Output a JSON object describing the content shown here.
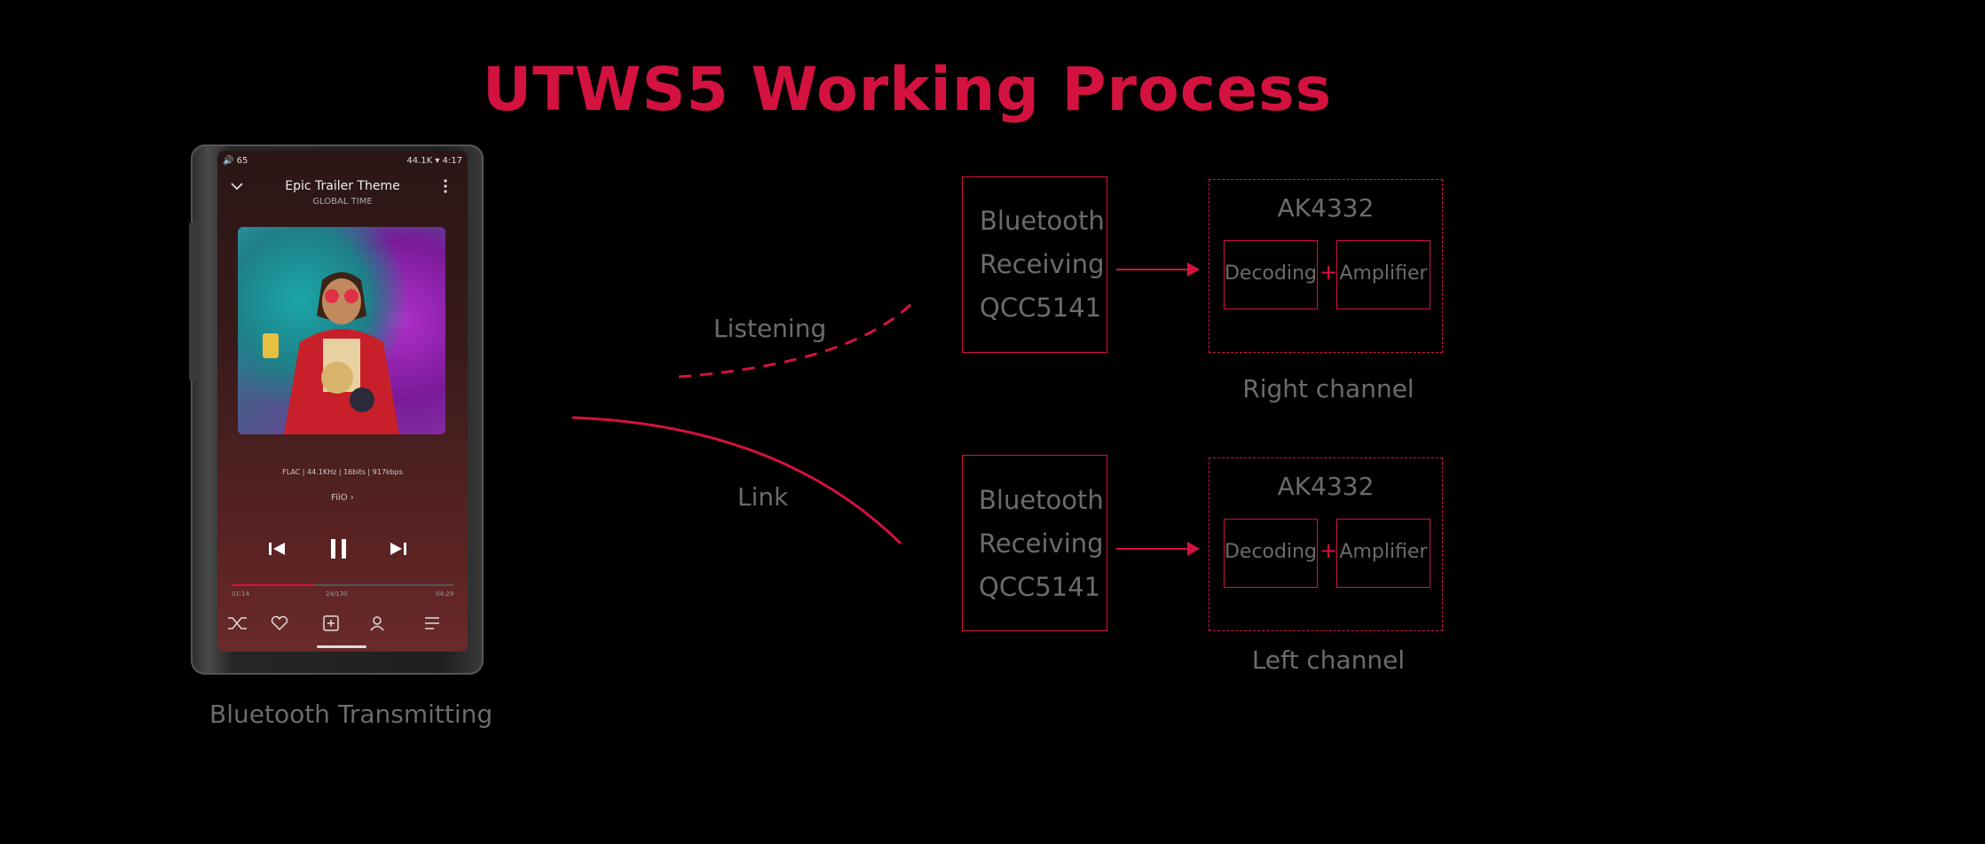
{
  "title": "UTWS5 Working Process",
  "colors": {
    "accent": "#d4123f",
    "text_gray": "#6b6b6b",
    "background": "#000000"
  },
  "player": {
    "status_left": "🔊 65",
    "status_right": "44.1K ▾ 4:17",
    "track_title": "Epic Trailer Theme",
    "track_artist": "GLOBAL TIME",
    "format_info": "FLAC | 44.1KHz | 16bits | 917kbps",
    "brand": "FiiO  ›",
    "time_elapsed": "01:14",
    "time_mid": "24/130",
    "time_total": "04:29",
    "progress": 0.37,
    "icons": [
      "chevron-down-icon",
      "more-icon",
      "previous-icon",
      "pause-icon",
      "next-icon",
      "shuffle-icon",
      "heart-icon",
      "add-icon",
      "artist-icon",
      "playlist-icon"
    ]
  },
  "phone_caption": "Bluetooth Transmitting",
  "connections": {
    "listening": "Listening",
    "link": "Link"
  },
  "right": {
    "receiver_line1": "Bluetooth",
    "receiver_line2": "Receiving",
    "receiver_line3": "QCC5141",
    "chip": "AK4332",
    "decoding": "Decoding",
    "plus": "+",
    "amplifier": "Amplifier",
    "caption": "Right channel"
  },
  "left": {
    "receiver_line1": "Bluetooth",
    "receiver_line2": "Receiving",
    "receiver_line3": "QCC5141",
    "chip": "AK4332",
    "decoding": "Decoding",
    "plus": "+",
    "amplifier": "Amplifier",
    "caption": "Left channel"
  }
}
